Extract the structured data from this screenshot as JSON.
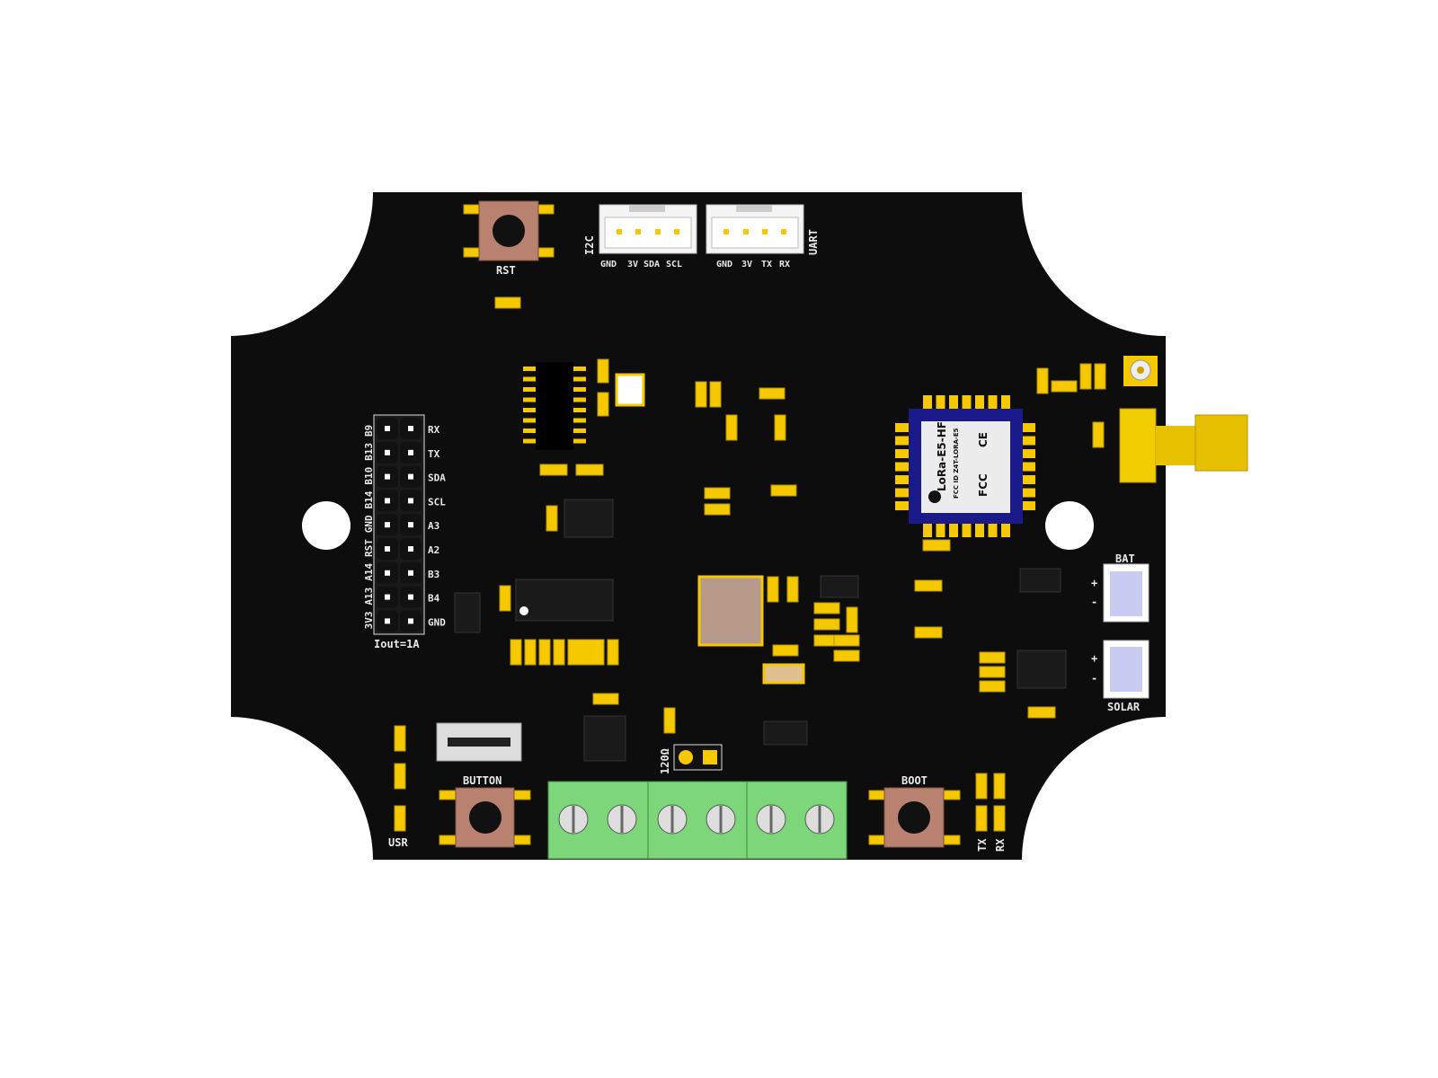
{
  "board": {
    "colors": {
      "soldermask": "#0d0d0d",
      "pads": "#f5c800",
      "silkscreen": "#e8e8e8",
      "terminal_block": "#7ed67a",
      "button_cap": "#b98270",
      "connector_housing": "#c9ccf0"
    },
    "rst_label": "RST",
    "i2c": {
      "label": "I2C",
      "pins": [
        "GND",
        "3V",
        "SDA",
        "SCL"
      ]
    },
    "uart": {
      "label": "UART",
      "pins": [
        "GND",
        "3V",
        "TX",
        "RX"
      ]
    },
    "header": {
      "left_labels": [
        "B9",
        "B13",
        "B10",
        "B14",
        "GND",
        "RST",
        "A14",
        "A13",
        "3V3"
      ],
      "right_labels": [
        "RX",
        "TX",
        "SDA",
        "SCL",
        "A3",
        "A2",
        "B3",
        "B4",
        "GND"
      ],
      "current_label": "Iout=1A"
    },
    "module": {
      "name": "LoRa-E5-HF",
      "fcc_id": "FCC ID Z4T-LORA-E5",
      "ce": "CE",
      "fcc": "FCC"
    },
    "bat": {
      "label": "BAT",
      "plus": "+",
      "minus": "-"
    },
    "solar": {
      "label": "SOLAR",
      "plus": "+",
      "minus": "-"
    },
    "button_label": "BUTTON",
    "boot_label": "BOOT",
    "usr_label": "USR",
    "resistor_label": "120Ω",
    "tx_label": "TX",
    "rx_label": "RX"
  }
}
